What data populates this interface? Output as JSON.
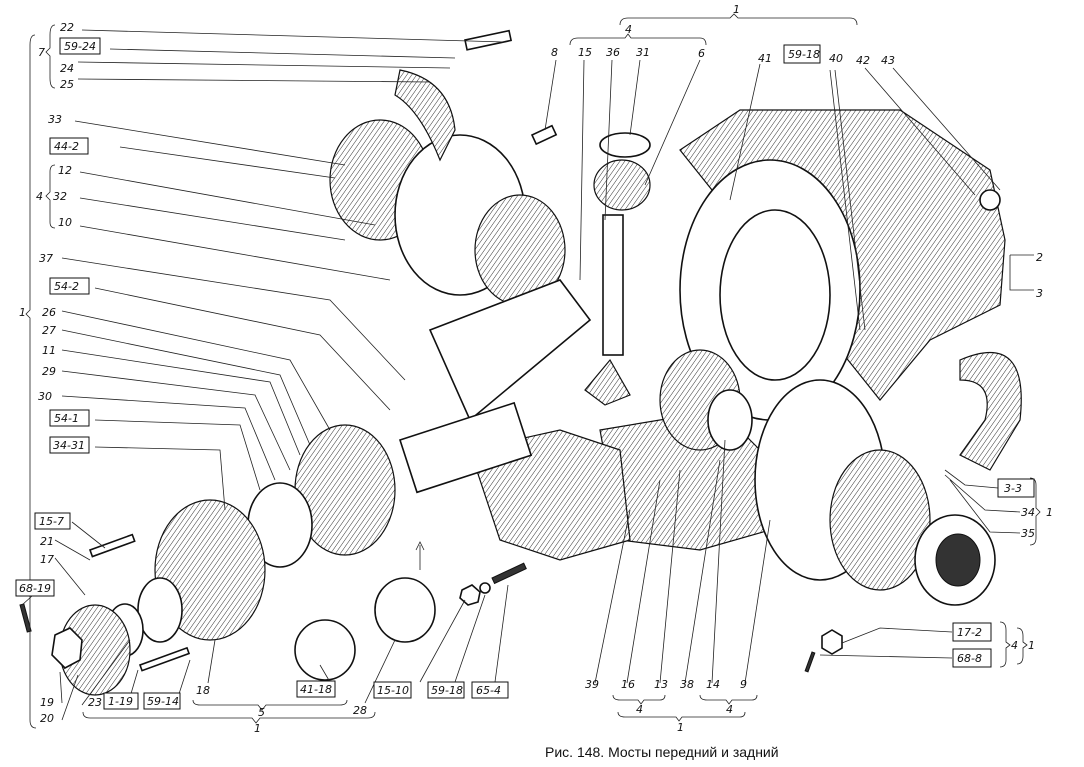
{
  "caption": "Рис. 148. Мосты передний и задний",
  "labels_left": {
    "l22": "22",
    "l59_24": "59-24",
    "l24": "24",
    "l25": "25",
    "brace7": "7",
    "l33": "33",
    "l44_2": "44-2",
    "l12": "12",
    "l32": "32",
    "l10": "10",
    "brace4": "4",
    "l37": "37",
    "l54_2": "54-2",
    "l26": "26",
    "l27": "27",
    "l11": "11",
    "l29": "29",
    "l30": "30",
    "l54_1": "54-1",
    "l34_31": "34-31",
    "brace1": "1"
  },
  "labels_bottom_left": {
    "l15_7": "15-7",
    "l21": "21",
    "l17": "17",
    "l68_19": "68-19",
    "l19": "19",
    "l20": "20",
    "l23": "23",
    "l1_19": "1-19",
    "l59_14": "59-14",
    "l18": "18",
    "l41_18": "41-18",
    "brace5": "5",
    "l28": "28",
    "brace1": "1",
    "l15_10": "15-10",
    "l59_18": "59-18",
    "l65_4": "65-4"
  },
  "labels_bottom_right": {
    "l39": "39",
    "l16": "16",
    "l13": "13",
    "l38": "38",
    "l14": "14",
    "l9": "9",
    "brace4a": "4",
    "brace4b": "4",
    "brace1": "1"
  },
  "labels_right": {
    "l2": "2",
    "l3": "3",
    "l3_3": "3-3",
    "l34": "34",
    "l35": "35",
    "brace1a": "1",
    "l17_2": "17-2",
    "l68_8": "68-8",
    "brace4": "4",
    "brace1b": "1"
  },
  "labels_top": {
    "brace1": "1",
    "brace4": "4",
    "l8": "8",
    "l15": "15",
    "l36": "36",
    "l31": "31",
    "l6": "6",
    "l41": "41",
    "l59_18": "59-18",
    "l40": "40",
    "l42": "42",
    "l43": "43"
  }
}
